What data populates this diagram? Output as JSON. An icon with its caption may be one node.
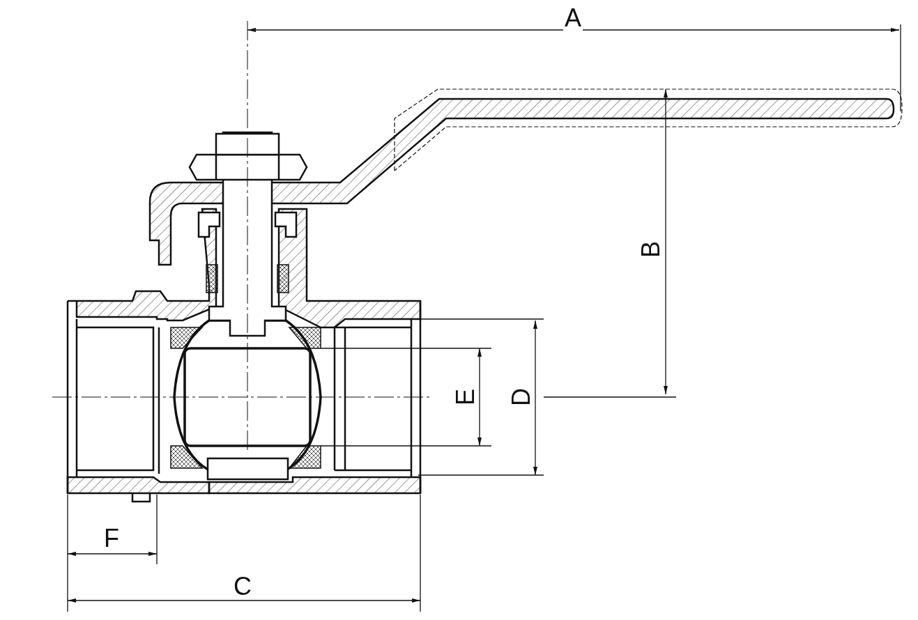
{
  "diagram": {
    "labels": [
      "A",
      "B",
      "E",
      "D",
      "F",
      "C"
    ]
  }
}
